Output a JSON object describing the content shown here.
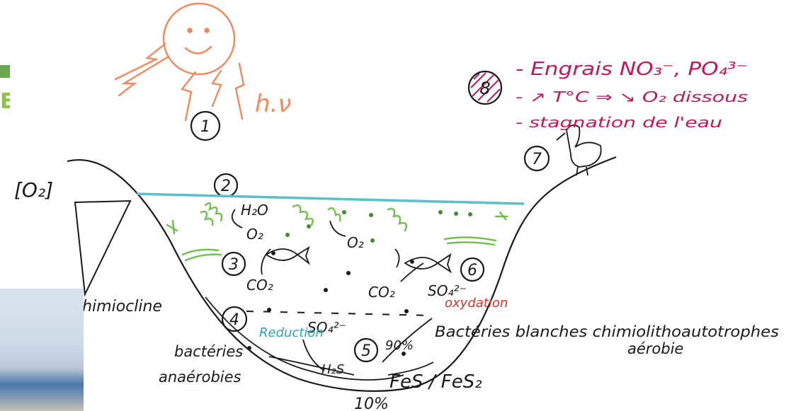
{
  "labels": {
    "num1": "1",
    "num2": "2",
    "num3": "3",
    "num4": "4",
    "num5": "5",
    "num6": "6",
    "num7": "7",
    "num8": "8",
    "hv": "h.ν",
    "o2_axis": "[O₂]",
    "h2o": "H₂O",
    "o2_a": "O₂",
    "o2_b": "O₂",
    "co2_a": "CO₂",
    "co2_b": "CO₂",
    "so4_top": "SO₄²⁻",
    "so4_bottom": "SO₄²⁻",
    "chimiocline": "chimiocline",
    "reduction": "Reduction",
    "oxydation": "oxydation",
    "bacteries_blanches": "Bactéries blanches chimiolithoautotrophes",
    "aerobie": "aérobie",
    "bacteries_anaerobies_1": "bactéries",
    "bacteries_anaerobies_2": "anaérobies",
    "h2s": "H₂S",
    "fes": "FeS / FeS₂",
    "pct90": "90%",
    "pct10": "10%",
    "engrais": "- Engrais NO₃⁻, PO₄³⁻",
    "temperature": "- ↗ T°C ⇒ ↘ O₂ dissous",
    "stagnation": "- stagnation de l'eau"
  },
  "colors": {
    "ink": "#1a1a1a",
    "sun": "#f08a5d",
    "water": "#5bc0c8",
    "plants": "#6fbf4a",
    "plants_dark": "#3d8f2e",
    "reduction": "#2aa6b8",
    "oxydation": "#d9342b",
    "magenta": "#c2185b"
  }
}
